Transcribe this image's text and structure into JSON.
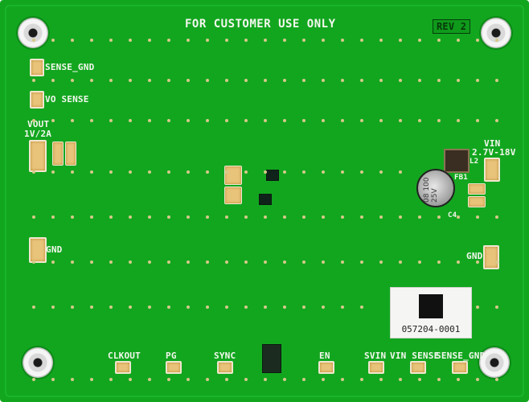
{
  "header": {
    "title": "FOR CUSTOMER USE ONLY",
    "revision": "REV 2"
  },
  "labels": {
    "sense_gnd_left": "SENSE_GND",
    "vo_sense": "VO SENSE",
    "vout": "VOUT",
    "vout_rating": "1V/2A",
    "gnd_left": "GND",
    "vin": "VIN",
    "vin_range": "2.7V-18V",
    "gnd_right": "GND",
    "l2": "L2",
    "fb1": "FB1",
    "c4": "C4",
    "cap_marking": "08 100 25V"
  },
  "bottom_labels": [
    "CLKOUT",
    "PG",
    "SYNC",
    "EN",
    "SVIN",
    "VIN SENSE",
    "SENSE_GND"
  ],
  "sticker": {
    "id": "057204-0001"
  },
  "colors": {
    "board": "#12a61f",
    "pad": "#e8c37a",
    "silkscreen": "#f4f7ee"
  }
}
